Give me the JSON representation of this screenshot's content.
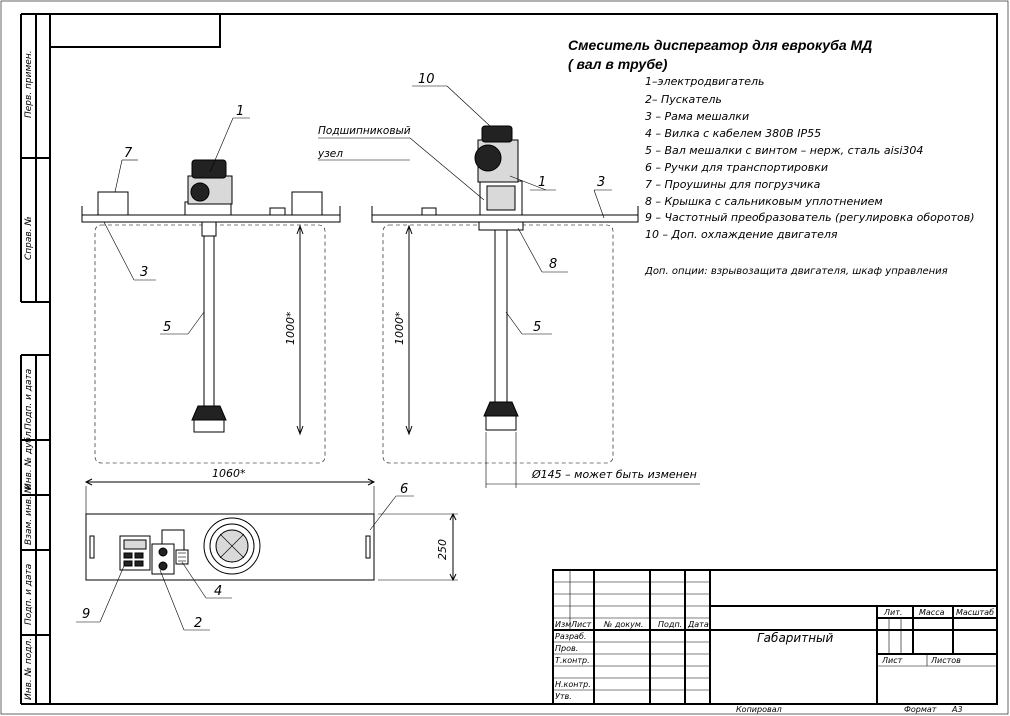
{
  "title": {
    "line1": "Смеситель диспергатор для еврокуба МД",
    "line2": "( вал в трубе)"
  },
  "legend": [
    "1–электродвигатель",
    "2– Пускатель",
    "3 – Рама мешалки",
    "4 – Вилка с кабелем 380В IP55",
    "5 – Вал мешалки с винтом – нерж, сталь aisi304",
    "6 – Ручки для транспортировки",
    "7 – Проушины для погрузчика",
    "8 – Крышка с сальниковым уплотнением",
    "9 – Частотный преобразователь (регулировка оборотов)",
    "10 – Доп. охлаждение двигателя"
  ],
  "options_note": "Доп. опции: взрывозащита двигателя, шкаф управления",
  "callouts": {
    "n1_left": "1",
    "n7": "7",
    "n3_left": "3",
    "n5_left": "5",
    "n10": "10",
    "n1_right": "1",
    "n3_right": "3",
    "n8": "8",
    "n5_right": "5",
    "n6": "6",
    "n9": "9",
    "n2": "2",
    "n4": "4",
    "bearing_line1": "Подшипниковый",
    "bearing_line2": "узел"
  },
  "dimensions": {
    "height_left": "1000*",
    "height_right": "1000*",
    "width_top": "1060*",
    "width_plan": "250",
    "diameter_note": "Ø145 – может быть изменен"
  },
  "side_strip": {
    "perv_primen": "Перв. примен.",
    "sprav_no": "Справ. №",
    "podp_data_1": "Подп. и дата",
    "inv_dubl": "Инв. № дубл.",
    "vzam_inv": "Взам. инв. №",
    "podp_data_2": "Подп. и дата",
    "inv_podl": "Инв. № подл."
  },
  "title_block": {
    "izm": "Изм",
    "list": "Лист",
    "doc_no": "№ докум.",
    "podp": "Подп.",
    "data": "Дата",
    "razrab": "Разраб.",
    "prov": "Пров.",
    "t_kontr": "Т.контр.",
    "n_kontr": "Н.контр.",
    "utv": "Утв.",
    "lit": "Лит.",
    "massa": "Масса",
    "masshtab": "Масштаб",
    "list2": "Лист",
    "listov": "Листов",
    "doc_name": "Габаритный",
    "kopiroval": "Копировал",
    "format": "Формат",
    "format_val": "A3"
  }
}
